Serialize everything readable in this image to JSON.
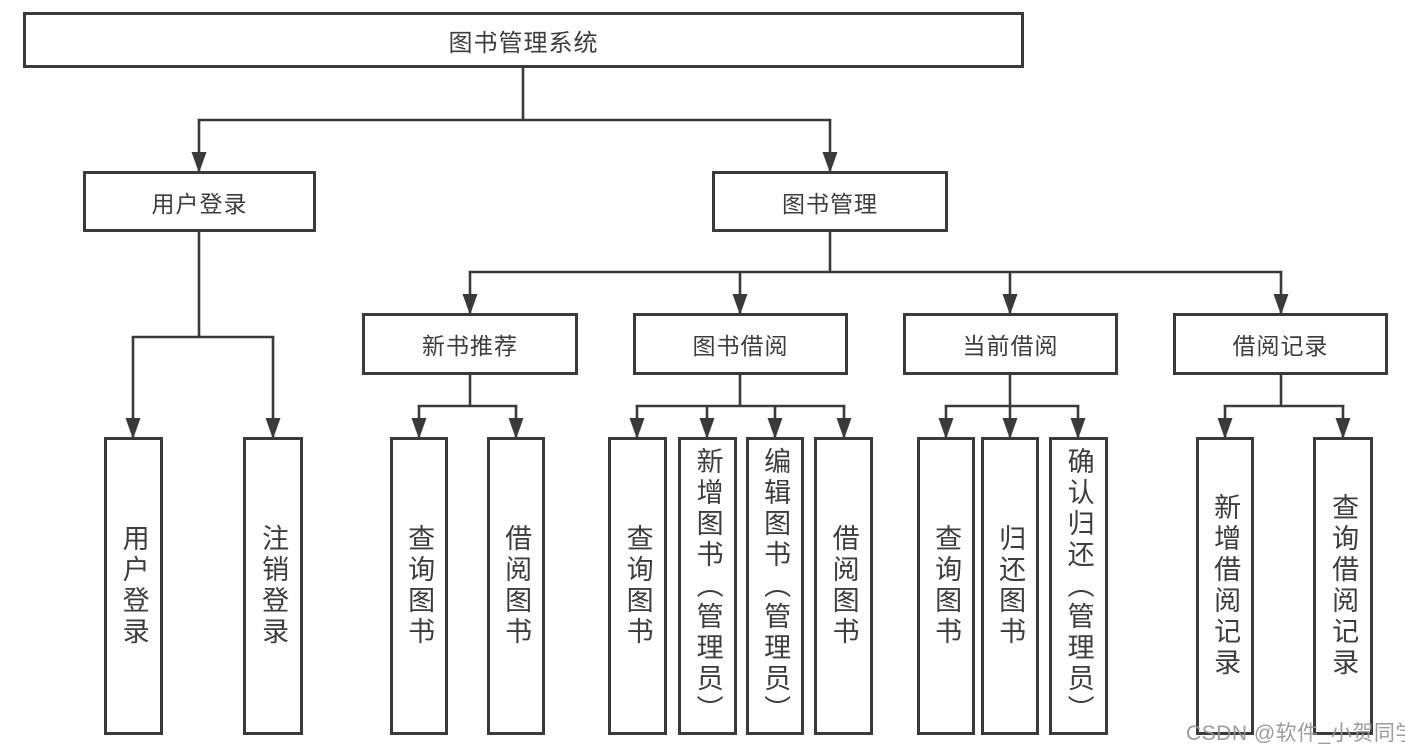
{
  "diagram_type": "hierarchy-functional-structure",
  "colors": {
    "background": "#ffffff",
    "line": "#3a3a3a",
    "box_border": "#3a3a3a",
    "text": "#3d3d3d",
    "watermark": "#949494"
  },
  "watermark": "CSDN @软件_小贺同学",
  "tree": {
    "label": "图书管理系统",
    "children": [
      {
        "label": "用户登录",
        "children": [
          {
            "label": "用户登录"
          },
          {
            "label": "注销登录"
          }
        ]
      },
      {
        "label": "图书管理",
        "children": [
          {
            "label": "新书推荐",
            "children": [
              {
                "label": "查询图书"
              },
              {
                "label": "借阅图书"
              }
            ]
          },
          {
            "label": "图书借阅",
            "children": [
              {
                "label": "查询图书"
              },
              {
                "label": "新增图书（管理员）"
              },
              {
                "label": "编辑图书（管理员）"
              },
              {
                "label": "借阅图书"
              }
            ]
          },
          {
            "label": "当前借阅",
            "children": [
              {
                "label": "查询图书"
              },
              {
                "label": "归还图书"
              },
              {
                "label": "确认归还（管理员）"
              }
            ]
          },
          {
            "label": "借阅记录",
            "children": [
              {
                "label": "新增借阅记录"
              },
              {
                "label": "查询借阅记录"
              }
            ]
          }
        ]
      }
    ]
  }
}
